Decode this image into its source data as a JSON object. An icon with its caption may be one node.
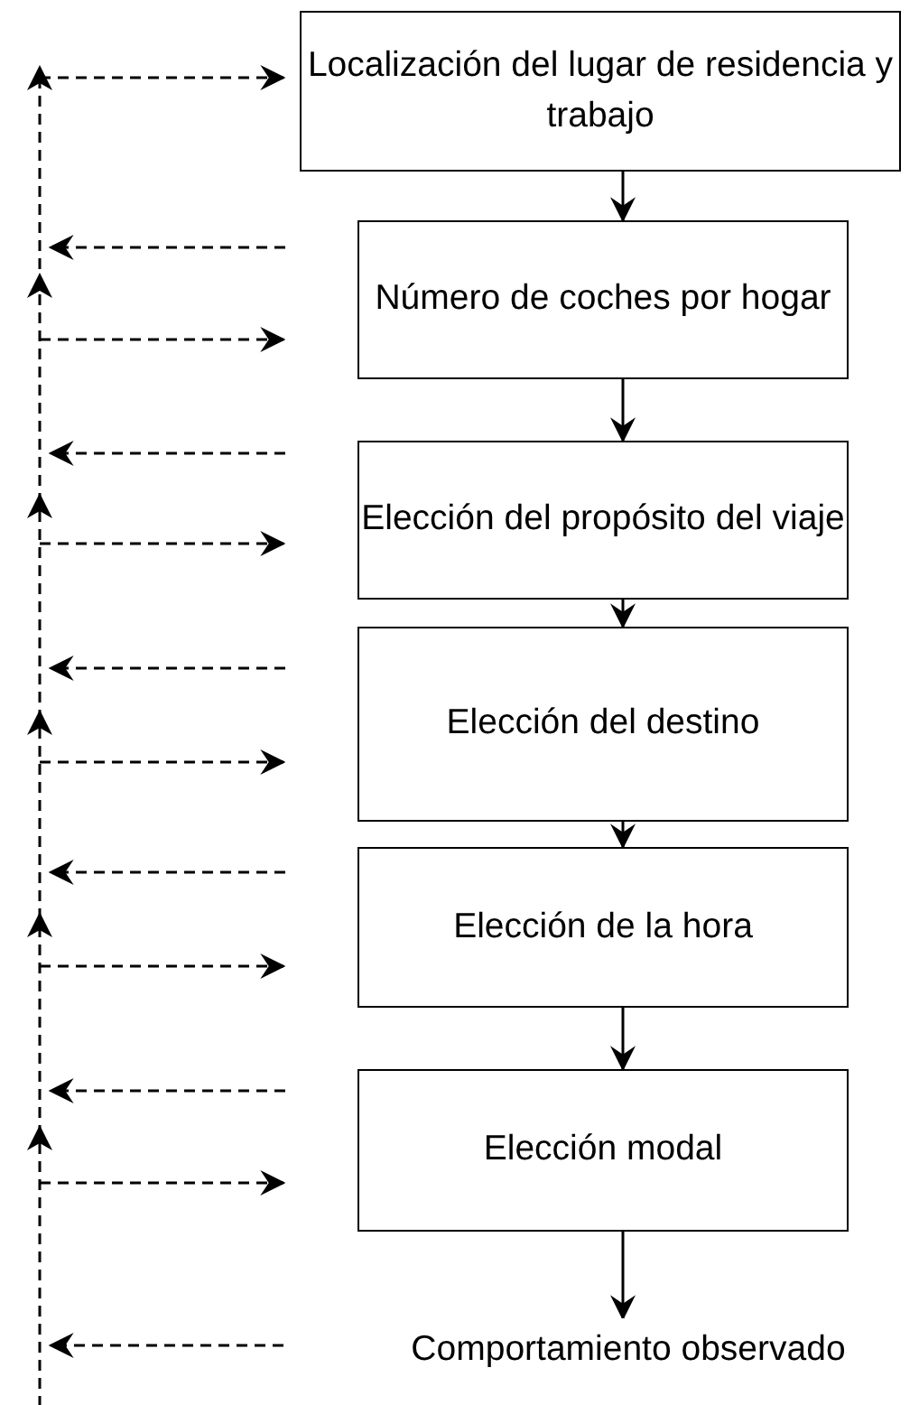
{
  "diagram": {
    "nodes": [
      {
        "text": [
          "Localización del lugar de residencia y trabajo"
        ]
      },
      {
        "text": [
          "Número de coches por hogar"
        ]
      },
      {
        "text": [
          "Elección del propósito del viaje"
        ]
      },
      {
        "text": [
          "Elección del destino"
        ]
      },
      {
        "text": [
          "Elección de la hora"
        ]
      },
      {
        "text": [
          "Elección modal"
        ]
      },
      {
        "text": [
          "Comportamiento observado"
        ]
      },
      {
        "text": [],
        "shape": "bar"
      }
    ],
    "edges": [
      {
        "from": 0,
        "to": 1,
        "arrow": "to"
      },
      {
        "from": 1,
        "to": 2,
        "arrow": "to"
      },
      {
        "from": 2,
        "to": 3,
        "arrow": "to"
      },
      {
        "from": 3,
        "to": 4,
        "arrow": "to"
      },
      {
        "from": 4,
        "to": 5,
        "arrow": "to"
      },
      {
        "from": 5,
        "to": 6,
        "arrow": "to"
      },
      {
        "from": 1,
        "to": 7,
        "arrow": "to",
        "style": "dashed"
      },
      {
        "from": 2,
        "to": 7,
        "arrow": "to",
        "style": "dashed"
      },
      {
        "from": 3,
        "to": 7,
        "arrow": "to",
        "style": "dashed"
      },
      {
        "from": 4,
        "to": 7,
        "arrow": "to",
        "style": "dashed"
      },
      {
        "from": 5,
        "to": 7,
        "arrow": "to",
        "style": "dashed"
      },
      {
        "from": 6,
        "to": 7,
        "arrow": "to",
        "style": "dashed"
      },
      {
        "from": 7,
        "to": 0,
        "arrow": "to",
        "style": "dashed"
      },
      {
        "from": 7,
        "to": 1,
        "arrow": "to",
        "style": "dashed"
      },
      {
        "from": 7,
        "to": 2,
        "arrow": "to",
        "style": "dashed"
      },
      {
        "from": 7,
        "to": 3,
        "arrow": "to",
        "style": "dashed"
      },
      {
        "from": 7,
        "to": 4,
        "arrow": "to",
        "style": "dashed"
      },
      {
        "from": 7,
        "to": 5,
        "arrow": "to",
        "style": "dashed"
      }
    ]
  }
}
